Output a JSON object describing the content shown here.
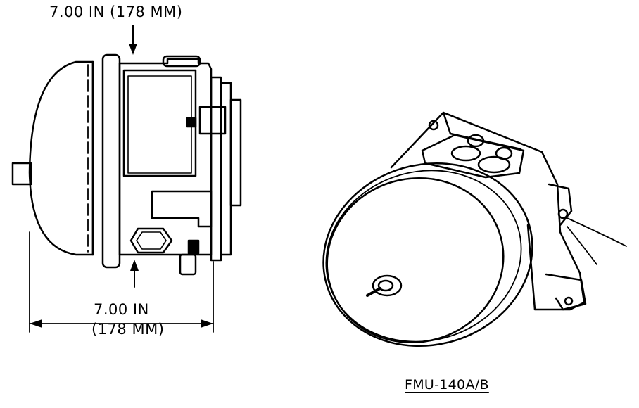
{
  "labels": {
    "top_dimension": "7.00 IN (178 MM)",
    "bottom_dimension_line1": "7.00 IN",
    "bottom_dimension_line2": "(178 MM)",
    "model": "FMU-140A/B"
  },
  "colors": {
    "ink": "#000000",
    "paper": "#ffffff"
  }
}
